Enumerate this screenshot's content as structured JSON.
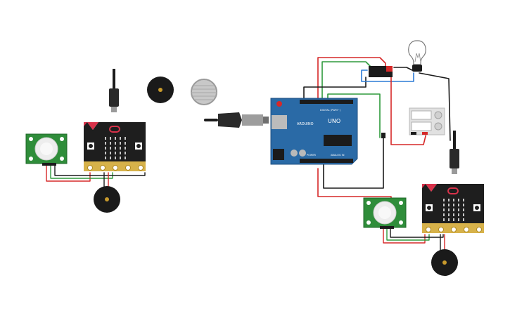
{
  "circuit": {
    "arduino": {
      "brand": "ARDUINO",
      "model": "UNO",
      "digital_label": "DIGITAL (PWM~)",
      "analog_label": "ANALOG IN",
      "power_label": "POWER"
    },
    "relay": {
      "label": ""
    },
    "microbits": [
      {
        "id": "left"
      },
      {
        "id": "right"
      }
    ],
    "pir_sensors": [
      {
        "id": "left"
      },
      {
        "id": "right"
      }
    ],
    "buzzers": [
      {
        "id": "top"
      },
      {
        "id": "left-bottom"
      },
      {
        "id": "right-bottom"
      }
    ],
    "gas_sensor": {
      "id": "gas"
    },
    "light_bulb": {
      "id": "bulb"
    },
    "battery_pack": {
      "id": "battery"
    },
    "usb_cables": [
      {
        "id": "arduino-usb"
      },
      {
        "id": "microbit-left-usb"
      },
      {
        "id": "microbit-right-usb"
      }
    ]
  },
  "colors": {
    "wire_red": "#d62828",
    "wire_black": "#1b1b1b",
    "wire_green": "#2e9a3c",
    "wire_blue": "#2c7bd6",
    "arduino_board": "#2a6aa6",
    "microbit_body": "#1e1e1e",
    "microbit_accent": "#d8324a",
    "pir_board": "#2f8d3a",
    "gold_pin": "#d7b24a"
  }
}
